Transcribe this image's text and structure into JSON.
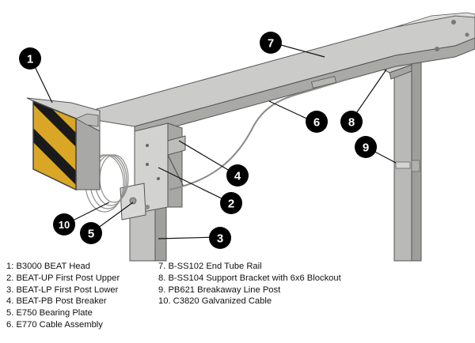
{
  "callouts": [
    {
      "number": "1"
    },
    {
      "number": "2"
    },
    {
      "number": "3"
    },
    {
      "number": "4"
    },
    {
      "number": "5"
    },
    {
      "number": "6"
    },
    {
      "number": "7"
    },
    {
      "number": "8"
    },
    {
      "number": "9"
    },
    {
      "number": "10"
    }
  ],
  "legend": {
    "left": [
      "1: B3000 BEAT Head",
      "2. BEAT-UP First Post Upper",
      "3. BEAT-LP First Post Lower",
      "4. BEAT-PB Post Breaker",
      "5. E750 Bearing Plate",
      "6. E770 Cable Assembly"
    ],
    "right": [
      "7. B-SS102 End Tube Rail",
      "8. B-SS104 Support Bracket with 6x6 Blockout",
      "9. PB621 Breakaway Line Post",
      "10. C3820 Galvanized Cable"
    ]
  },
  "colors": {
    "steel": "#c9c9c7",
    "steel_dark": "#9d9d9b",
    "callout_fill": "#000000",
    "head_yellow": "#d9a626",
    "head_black": "#1a1a1a"
  }
}
